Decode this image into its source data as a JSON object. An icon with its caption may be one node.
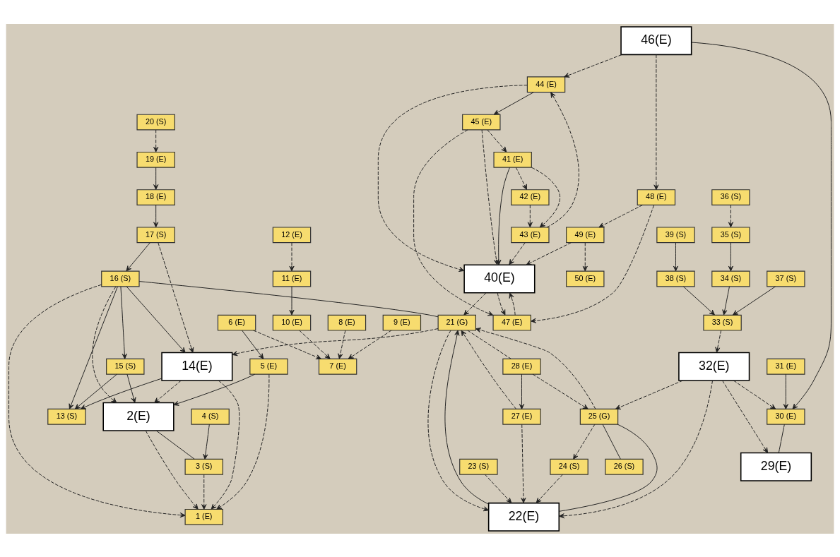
{
  "diagram": {
    "nodes": [
      {
        "text": [
          "1 (E)"
        ]
      },
      {
        "text": [
          "2(E)"
        ]
      },
      {
        "text": [
          "3 (S)"
        ]
      },
      {
        "text": [
          "4 (S)"
        ]
      },
      {
        "text": [
          "5 (E)"
        ]
      },
      {
        "text": [
          "6 (E)"
        ]
      },
      {
        "text": [
          "7 (E)"
        ]
      },
      {
        "text": [
          "8 (E)"
        ]
      },
      {
        "text": [
          "9 (E)"
        ]
      },
      {
        "text": [
          "10 (E)"
        ]
      },
      {
        "text": [
          "11 (E)"
        ]
      },
      {
        "text": [
          "12 (E)"
        ]
      },
      {
        "text": [
          "13 (S)"
        ]
      },
      {
        "text": [
          "14(E)"
        ]
      },
      {
        "text": [
          "15 (S)"
        ]
      },
      {
        "text": [
          "16 (S)"
        ]
      },
      {
        "text": [
          "17 (S)"
        ]
      },
      {
        "text": [
          "18 (E)"
        ]
      },
      {
        "text": [
          "19 (E)"
        ]
      },
      {
        "text": [
          "20 (S)"
        ]
      },
      {
        "text": [
          "21 (G)"
        ]
      },
      {
        "text": [
          "22(E)"
        ]
      },
      {
        "text": [
          "23 (S)"
        ]
      },
      {
        "text": [
          "24 (S)"
        ]
      },
      {
        "text": [
          "25 (G)"
        ]
      },
      {
        "text": [
          "26 (S)"
        ]
      },
      {
        "text": [
          "27 (E)"
        ]
      },
      {
        "text": [
          "28 (E)"
        ]
      },
      {
        "text": [
          "29(E)"
        ]
      },
      {
        "text": [
          "30 (E)"
        ]
      },
      {
        "text": [
          "31 (E)"
        ]
      },
      {
        "text": [
          "32(E)"
        ]
      },
      {
        "text": [
          "33 (S)"
        ]
      },
      {
        "text": [
          "34 (S)"
        ]
      },
      {
        "text": [
          "35 (S)"
        ]
      },
      {
        "text": [
          "36 (S)"
        ]
      },
      {
        "text": [
          "37 (S)"
        ]
      },
      {
        "text": [
          "38 (S)"
        ]
      },
      {
        "text": [
          "39 (S)"
        ]
      },
      {
        "text": [
          "40(E)"
        ]
      },
      {
        "text": [
          "41 (E)"
        ]
      },
      {
        "text": [
          "42 (E)"
        ]
      },
      {
        "text": [
          "43 (E)"
        ]
      },
      {
        "text": [
          "44 (E)"
        ]
      },
      {
        "text": [
          "45 (E)"
        ]
      },
      {
        "text": [
          "46(E)"
        ]
      },
      {
        "text": [
          "47 (E)"
        ]
      },
      {
        "text": [
          "48 (E)"
        ]
      },
      {
        "text": [
          "49 (E)"
        ]
      },
      {
        "text": [
          "50 (E)"
        ]
      }
    ],
    "edges": [
      {
        "from": 11,
        "to": 10,
        "arrow": "to",
        "style": "dashed"
      },
      {
        "from": 10,
        "to": 9,
        "arrow": "to"
      },
      {
        "from": 9,
        "to": 6,
        "arrow": "to",
        "style": "dashed"
      },
      {
        "from": 8,
        "to": 6,
        "arrow": "to",
        "style": "dashed"
      },
      {
        "from": 7,
        "to": 6,
        "arrow": "to",
        "style": "dashed"
      },
      {
        "from": 5,
        "to": 6,
        "arrow": "to",
        "style": "dashed"
      },
      {
        "from": 5,
        "to": 4,
        "arrow": "to"
      },
      {
        "from": 4,
        "to": 1,
        "arrow": "to"
      },
      {
        "from": 4,
        "to": 0,
        "arrow": "to",
        "style": "dashed"
      },
      {
        "from": 1,
        "to": 0,
        "arrow": "to",
        "style": "dashed"
      },
      {
        "from": 15,
        "to": 1,
        "arrow": "to",
        "style": "dashed"
      },
      {
        "from": 2,
        "to": 0,
        "arrow": "to",
        "style": "dashed"
      },
      {
        "from": 14,
        "to": 1,
        "arrow": "to"
      },
      {
        "from": 1,
        "to": 2,
        "arrow": "none"
      },
      {
        "from": 3,
        "to": 2,
        "arrow": "to"
      },
      {
        "from": 13,
        "to": 0,
        "arrow": "to",
        "style": "dashed"
      },
      {
        "from": 15,
        "to": 0,
        "arrow": "to",
        "style": "dashed"
      },
      {
        "from": 13,
        "to": 1,
        "arrow": "to",
        "style": "dashed"
      },
      {
        "from": 15,
        "to": 13,
        "arrow": "to"
      },
      {
        "from": 16,
        "to": 13,
        "arrow": "to",
        "style": "dashed"
      },
      {
        "from": 16,
        "to": 15,
        "arrow": "to"
      },
      {
        "from": 15,
        "to": 14,
        "arrow": "to"
      },
      {
        "from": 15,
        "to": 12,
        "arrow": "to"
      },
      {
        "from": 13,
        "to": 12,
        "arrow": "to"
      },
      {
        "from": 14,
        "to": 12,
        "arrow": "to"
      },
      {
        "from": 15,
        "to": 20,
        "arrow": "none"
      },
      {
        "from": 20,
        "to": 13,
        "arrow": "to",
        "style": "dashed"
      },
      {
        "from": 39,
        "to": 20,
        "arrow": "to",
        "style": "dashed"
      },
      {
        "from": 17,
        "to": 16,
        "arrow": "to"
      },
      {
        "from": 18,
        "to": 17,
        "arrow": "to"
      },
      {
        "from": 19,
        "to": 18,
        "arrow": "to",
        "style": "dashed"
      },
      {
        "from": 24,
        "to": 20,
        "arrow": "to",
        "style": "dashed"
      },
      {
        "from": 24,
        "to": 23,
        "arrow": "to",
        "style": "dashed"
      },
      {
        "from": 23,
        "to": 21,
        "arrow": "to",
        "style": "dashed"
      },
      {
        "from": 24,
        "to": 21,
        "arrow": "none"
      },
      {
        "from": 24,
        "to": 25,
        "arrow": "none"
      },
      {
        "from": 27,
        "to": 24,
        "arrow": "to",
        "style": "dashed"
      },
      {
        "from": 27,
        "to": 26,
        "arrow": "to"
      },
      {
        "from": 21,
        "to": 20,
        "arrow": "to"
      },
      {
        "from": 20,
        "to": 21,
        "arrow": "to",
        "style": "dashed"
      },
      {
        "from": 26,
        "to": 20,
        "arrow": "to",
        "style": "dashed"
      },
      {
        "from": 20,
        "to": 27,
        "arrow": "none",
        "style": "dashed"
      },
      {
        "from": 26,
        "to": 21,
        "arrow": "to",
        "style": "dashed"
      },
      {
        "from": 31,
        "to": 24,
        "arrow": "to",
        "style": "dashed"
      },
      {
        "from": 31,
        "to": 21,
        "arrow": "to",
        "style": "dashed"
      },
      {
        "from": 22,
        "to": 21,
        "arrow": "to",
        "style": "dashed"
      },
      {
        "from": 31,
        "to": 29,
        "arrow": "to",
        "style": "dashed"
      },
      {
        "from": 31,
        "to": 28,
        "arrow": "to",
        "style": "dashed"
      },
      {
        "from": 32,
        "to": 31,
        "arrow": "to",
        "style": "dashed"
      },
      {
        "from": 29,
        "to": 28,
        "arrow": "none"
      },
      {
        "from": 30,
        "to": 29,
        "arrow": "to"
      },
      {
        "from": 33,
        "to": 32,
        "arrow": "to"
      },
      {
        "from": 36,
        "to": 32,
        "arrow": "to"
      },
      {
        "from": 37,
        "to": 32,
        "arrow": "to"
      },
      {
        "from": 38,
        "to": 37,
        "arrow": "to"
      },
      {
        "from": 34,
        "to": 33,
        "arrow": "to"
      },
      {
        "from": 35,
        "to": 34,
        "arrow": "to",
        "style": "dashed"
      },
      {
        "from": 45,
        "to": 29,
        "arrow": "to"
      },
      {
        "from": 43,
        "to": 39,
        "arrow": "to",
        "style": "dashed"
      },
      {
        "from": 42,
        "to": 39,
        "arrow": "to",
        "style": "dashed"
      },
      {
        "from": 42,
        "to": 43,
        "arrow": "to",
        "style": "dashed"
      },
      {
        "from": 40,
        "to": 39,
        "arrow": "to"
      },
      {
        "from": 40,
        "to": 42,
        "arrow": "to",
        "style": "dashed"
      },
      {
        "from": 41,
        "to": 42,
        "arrow": "to",
        "style": "dashed"
      },
      {
        "from": 40,
        "to": 41,
        "arrow": "to",
        "style": "dashed"
      },
      {
        "from": 45,
        "to": 43,
        "arrow": "to",
        "style": "dashed"
      },
      {
        "from": 43,
        "to": 44,
        "arrow": "to"
      },
      {
        "from": 44,
        "to": 40,
        "arrow": "to",
        "style": "dashed"
      },
      {
        "from": 44,
        "to": 46,
        "arrow": "to",
        "style": "dashed"
      },
      {
        "from": 44,
        "to": 39,
        "arrow": "to",
        "style": "dashed"
      },
      {
        "from": 46,
        "to": 39,
        "arrow": "to",
        "style": "dashed"
      },
      {
        "from": 39,
        "to": 46,
        "arrow": "to",
        "style": "dashed"
      },
      {
        "from": 48,
        "to": 39,
        "arrow": "to",
        "style": "dashed"
      },
      {
        "from": 47,
        "to": 48,
        "arrow": "to",
        "style": "dashed"
      },
      {
        "from": 48,
        "to": 49,
        "arrow": "to",
        "style": "dashed"
      },
      {
        "from": 45,
        "to": 47,
        "arrow": "to",
        "style": "dashed"
      },
      {
        "from": 47,
        "to": 46,
        "arrow": "to",
        "style": "dashed"
      }
    ]
  }
}
